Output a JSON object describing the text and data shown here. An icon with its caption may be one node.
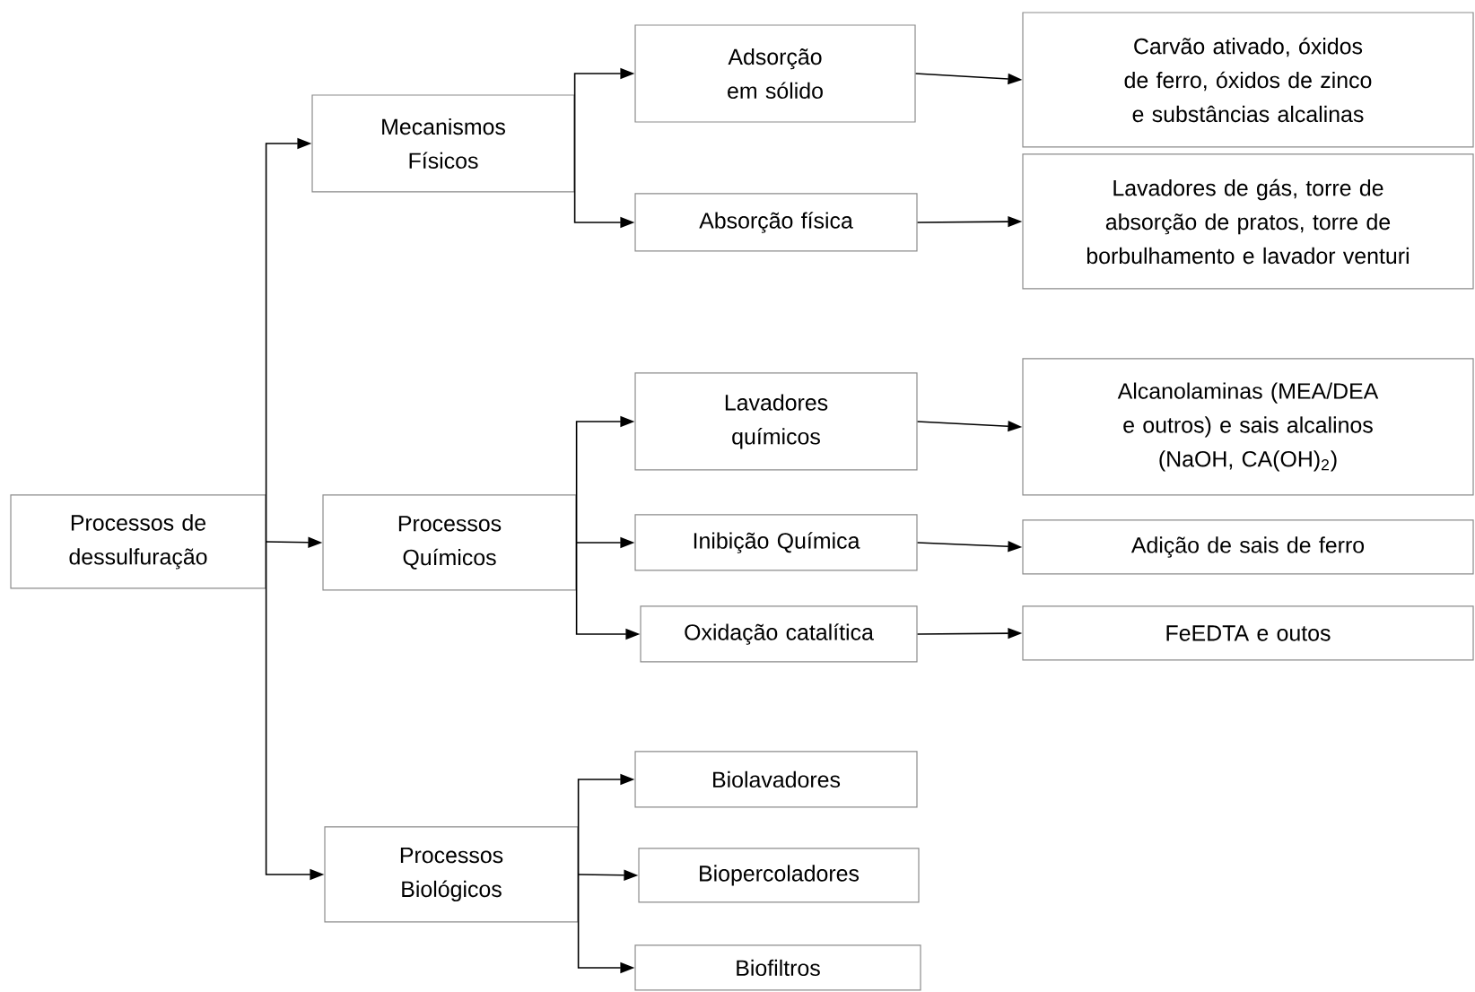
{
  "diagram": {
    "nodes": [
      {
        "text": [
          "Processos de dessulfuração"
        ]
      },
      {
        "text": [
          "Mecanismos Físicos"
        ]
      },
      {
        "text": [
          "Adsorção em sólido"
        ]
      },
      {
        "text": [
          "Carvão ativado, óxidos de ferro, óxidos de zinco e substâncias alcalinas"
        ]
      },
      {
        "text": [
          "Absorção física"
        ]
      },
      {
        "text": [
          "Lavadores de gás, torre de absorção de pratos, torre de borbulhamento e lavador venturi"
        ]
      },
      {
        "text": [
          "Processos Químicos"
        ]
      },
      {
        "text": [
          "Lavadores químicos"
        ]
      },
      {
        "text": [
          "Alcanolaminas (MEA/DEA e outros) e sais alcalinos (NaOH, CA(OH)$_{2}$)"
        ]
      },
      {
        "text": [
          "Inibição Química"
        ]
      },
      {
        "text": [
          "Adição de sais de ferro"
        ]
      },
      {
        "text": [
          "Oxidação catalítica"
        ]
      },
      {
        "text": [
          "FeEDTA e outos"
        ]
      },
      {
        "text": [
          "Processos Biológicos"
        ]
      },
      {
        "text": [
          "Biolavadores"
        ]
      },
      {
        "text": [
          "Biopercoladores"
        ]
      },
      {
        "text": [
          "Biofiltros"
        ]
      }
    ],
    "edges": [
      {
        "from": 0,
        "to": 1,
        "arrow": "to"
      },
      {
        "from": 0,
        "to": 6,
        "arrow": "to"
      },
      {
        "from": 0,
        "to": 13,
        "arrow": "to"
      },
      {
        "from": 1,
        "to": 2,
        "arrow": "to"
      },
      {
        "from": 1,
        "to": 4,
        "arrow": "to"
      },
      {
        "from": 2,
        "to": 3,
        "arrow": "to"
      },
      {
        "from": 4,
        "to": 5,
        "arrow": "to"
      },
      {
        "from": 6,
        "to": 7,
        "arrow": "to"
      },
      {
        "from": 6,
        "to": 9,
        "arrow": "to"
      },
      {
        "from": 6,
        "to": 11,
        "arrow": "to"
      },
      {
        "from": 7,
        "to": 8,
        "arrow": "to"
      },
      {
        "from": 9,
        "to": 10,
        "arrow": "to"
      },
      {
        "from": 11,
        "to": 12,
        "arrow": "to"
      },
      {
        "from": 13,
        "to": 14,
        "arrow": "to"
      },
      {
        "from": 13,
        "to": 15,
        "arrow": "to"
      },
      {
        "from": 13,
        "to": 16,
        "arrow": "to"
      }
    ]
  }
}
